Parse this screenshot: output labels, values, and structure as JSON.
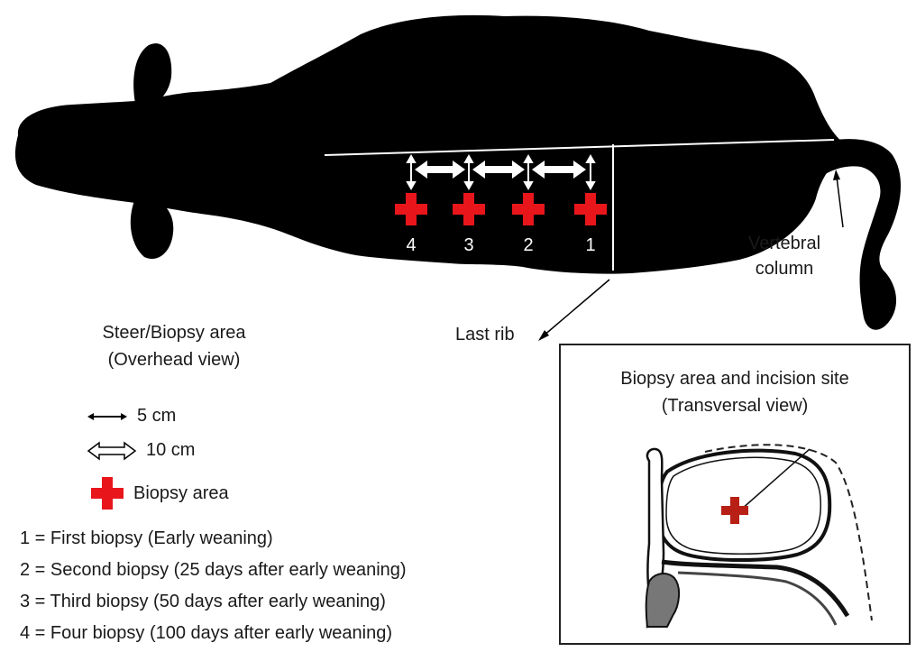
{
  "figure": {
    "biopsy_numbers": [
      "4",
      "3",
      "2",
      "1"
    ],
    "labels": {
      "vertebral_column_line1": "Vertebral",
      "vertebral_column_line2": "column",
      "last_rib": "Last rib"
    },
    "caption": {
      "line1": "Steer/Biopsy area",
      "line2": "(Overhead view)"
    },
    "legend": {
      "small_arrow": "5 cm",
      "big_arrow": "10 cm",
      "cross": "Biopsy area"
    },
    "notes": [
      "1 = First biopsy (Early weaning)",
      "2 = Second biopsy (25 days after early weaning)",
      "3 = Third biopsy (50 days after early weaning)",
      "4 = Four biopsy (100 days after early weaning)"
    ],
    "inset": {
      "title_line1": "Biopsy area and incision site",
      "title_line2": "(Transversal view)"
    },
    "colors": {
      "silhouette": "#000000",
      "biopsy_cross": "#e8161b",
      "inset_cross": "#b81f15"
    }
  }
}
